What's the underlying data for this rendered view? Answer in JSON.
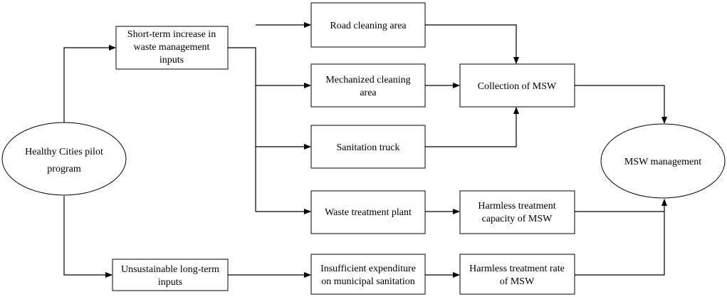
{
  "diagram": {
    "nodes": {
      "healthy_cities": {
        "line1": "Healthy Cities pilot",
        "line2": "program"
      },
      "short_term": {
        "line1": "Short-term increase in",
        "line2": "waste management",
        "line3": "inputs"
      },
      "unsustainable": {
        "line1": "Unsustainable long-term",
        "line2": "inputs"
      },
      "road_cleaning": {
        "line1": "Road cleaning area"
      },
      "mechanized": {
        "line1": "Mechanized cleaning",
        "line2": "area"
      },
      "sanitation_truck": {
        "line1": "Sanitation truck"
      },
      "waste_plant": {
        "line1": "Waste treatment plant"
      },
      "insufficient": {
        "line1": "Insufficient expenditure",
        "line2": "on municipal sanitation"
      },
      "collection": {
        "line1": "Collection of MSW"
      },
      "harmless_capacity": {
        "line1": "Harmless treatment",
        "line2": "capacity of MSW"
      },
      "harmless_rate": {
        "line1": "Harmless treatment rate",
        "line2": "of MSW"
      },
      "msw_management": {
        "line1": "MSW management"
      }
    }
  }
}
